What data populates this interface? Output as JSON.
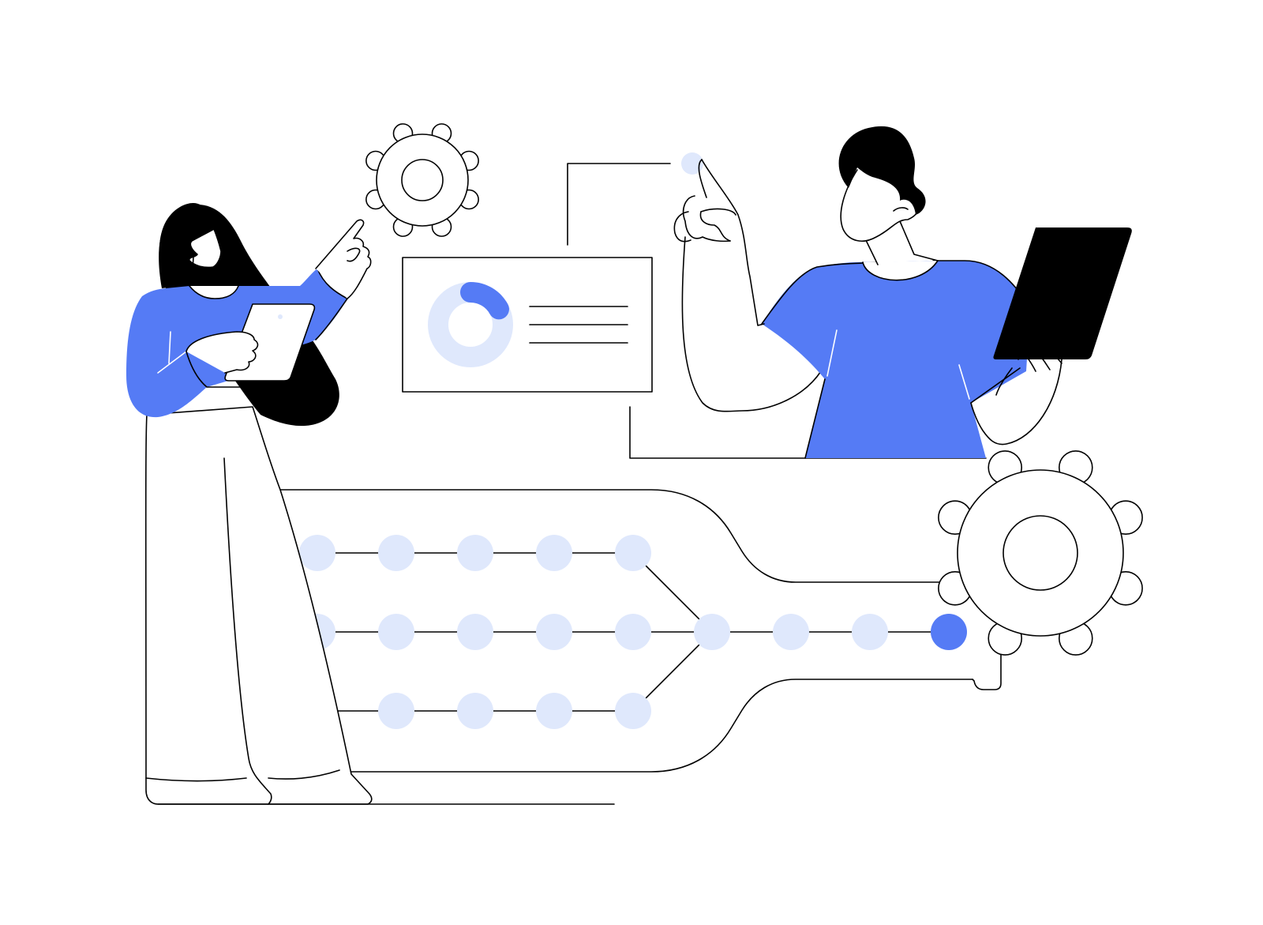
{
  "palette": {
    "accent": "#557BF5",
    "accent_light": "#DFE8FC",
    "ink": "#000000",
    "paper": "#FFFFFF"
  },
  "icons": [
    "gear-icon",
    "gear-icon",
    "donut-chart-icon",
    "tablet-icon"
  ],
  "dashboard_card": {
    "donut_fill_fraction": 0.17
  },
  "pipeline": {
    "input_rows": 3,
    "nodes_per_input_row": [
      5,
      5,
      4
    ],
    "merged_nodes": 4,
    "active_node": "last"
  }
}
